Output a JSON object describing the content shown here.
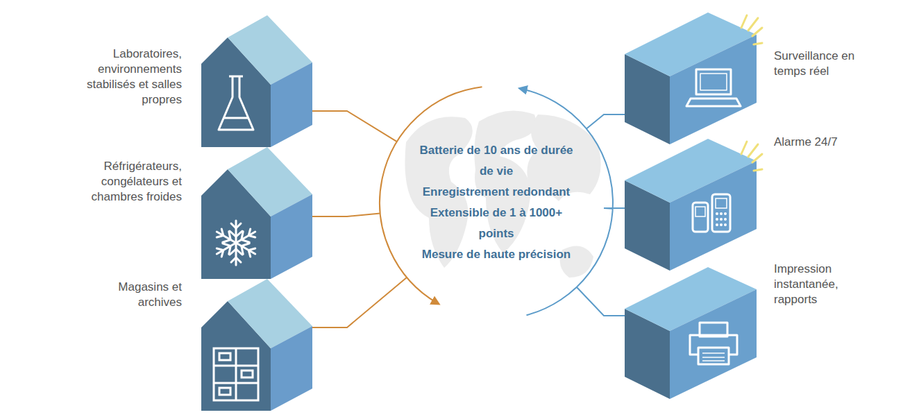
{
  "diagram": {
    "nodes": [
      {
        "text": [
          "Laboratoires, environnements stabilisés et salles propres"
        ]
      },
      {
        "text": [
          "Réfrigérateurs, congélateurs et chambres froides"
        ]
      },
      {
        "text": [
          "Magasins et archives"
        ]
      },
      {
        "text": [
          "Batterie de 10 ans de durée de vie",
          "Enregistrement redondant",
          "Extensible de 1 à 1000+ points",
          "Mesure de haute précision"
        ]
      },
      {
        "text": [
          "Surveillance en temps réel"
        ]
      },
      {
        "text": [
          "Alarme 24/7"
        ]
      },
      {
        "text": [
          "Impression instantanée, rapports"
        ]
      }
    ],
    "edges": [
      {
        "from": 0,
        "to": 3,
        "arrow": "none"
      },
      {
        "from": 1,
        "to": 3,
        "arrow": "none"
      },
      {
        "from": 2,
        "to": 3,
        "arrow": "none"
      },
      {
        "from": 4,
        "to": 3,
        "arrow": "none"
      },
      {
        "from": 5,
        "to": 3,
        "arrow": "none"
      },
      {
        "from": 6,
        "to": 3,
        "arrow": "none"
      }
    ]
  }
}
